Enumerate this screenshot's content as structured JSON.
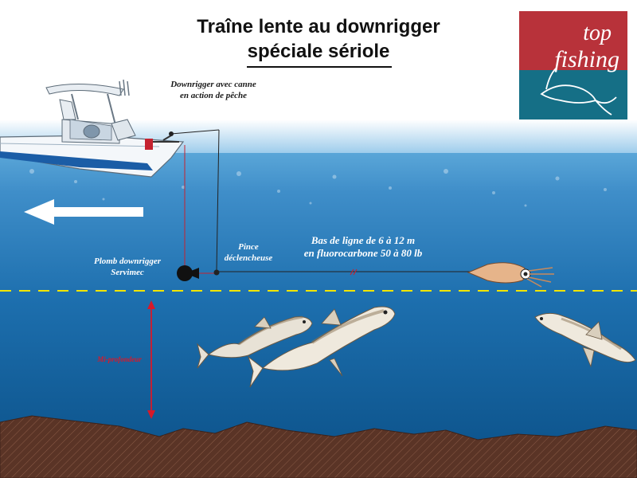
{
  "title": {
    "line1": "Traîne lente au downrigger",
    "line2": "spéciale sériole"
  },
  "labels": {
    "downrigger_line1": "Downrigger avec canne",
    "downrigger_line2": "en action de pêche",
    "pince_line1": "Pince",
    "pince_line2": "déclencheuse",
    "plomb_line1": "Plomb downrigger",
    "plomb_line2": "Servimec",
    "leader_line1": "Bas de ligne de 6 à 12 m",
    "leader_line2": "en fluorocarbone 50 à 80 lb",
    "depth": "Mi-profondeur"
  },
  "logo": {
    "word1": "top",
    "word2": "fishing"
  },
  "colors": {
    "sky": "#ffffff",
    "water_deep": "#0c5a94",
    "water_light": "#4a9fd4",
    "seabed": "#5a3426",
    "depth_arrow": "#d7192a",
    "depth_line": "#f2e600",
    "logo_red": "#b8323a",
    "logo_teal": "#156f86"
  },
  "icons": [
    "boat-icon",
    "direction-arrow-icon",
    "downrigger-weight-icon",
    "release-clip-icon",
    "squid-lure-icon",
    "amberjack-fish-icon",
    "depth-arrow-icon",
    "logo-fish-icon"
  ]
}
